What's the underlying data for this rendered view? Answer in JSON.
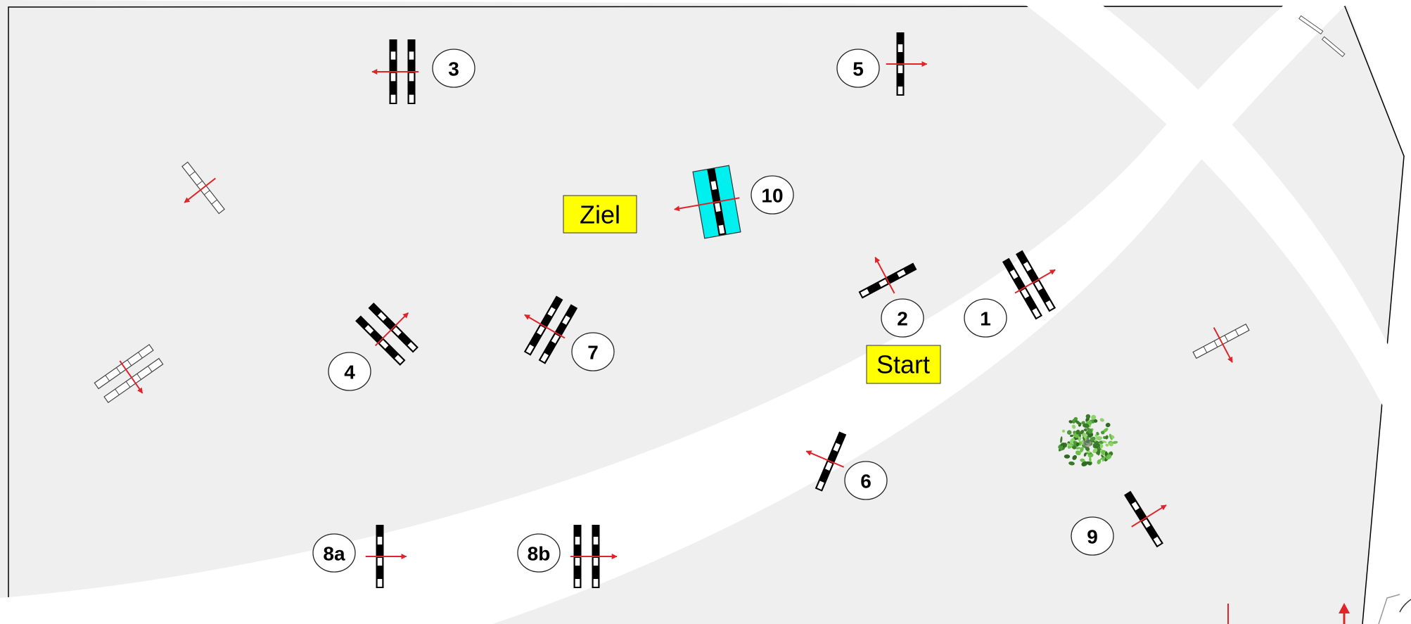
{
  "colors": {
    "arena": "#efefef",
    "track": "#ffffff",
    "jump_black": "#000000",
    "arrow": "#e0242a",
    "label_fill": "#ffff00",
    "water_fill": "#00f0f0",
    "plant": "#4a9a3a"
  },
  "labels": {
    "ziel": "Ziel",
    "start": "Start"
  },
  "obstacles": [
    {
      "number": "1",
      "kind": "oxer",
      "direction": "up-right"
    },
    {
      "number": "2",
      "kind": "vertical",
      "direction": "up"
    },
    {
      "number": "3",
      "kind": "oxer",
      "direction": "left"
    },
    {
      "number": "4",
      "kind": "oxer",
      "direction": "up-right"
    },
    {
      "number": "5",
      "kind": "vertical",
      "direction": "right"
    },
    {
      "number": "6",
      "kind": "vertical",
      "direction": "left"
    },
    {
      "number": "7",
      "kind": "oxer",
      "direction": "left"
    },
    {
      "number": "8a",
      "kind": "vertical",
      "direction": "right"
    },
    {
      "number": "8b",
      "kind": "oxer",
      "direction": "right"
    },
    {
      "number": "9",
      "kind": "vertical",
      "direction": "right"
    },
    {
      "number": "10",
      "kind": "water-vertical",
      "direction": "left"
    }
  ],
  "spare_jumps": [
    {
      "kind": "vertical",
      "style": "outline",
      "location": "upper-left"
    },
    {
      "kind": "oxer",
      "style": "outline",
      "location": "left"
    },
    {
      "kind": "vertical",
      "style": "outline",
      "location": "right"
    }
  ],
  "icons": {
    "plant": "potted-plant-icon",
    "entrance_arrow": "arrow-up-icon"
  }
}
